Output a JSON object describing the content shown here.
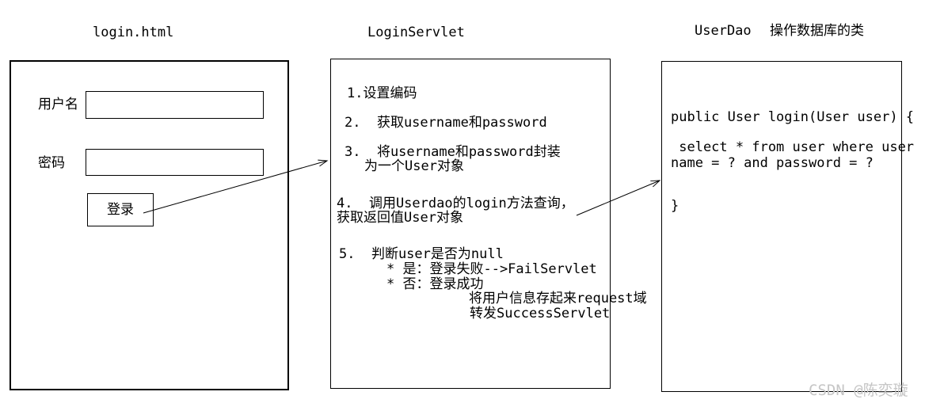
{
  "login_page": {
    "title": "login.html",
    "username_label": "用户名",
    "username_value": "",
    "password_label": "密码",
    "password_value": "",
    "login_button_label": "登录"
  },
  "login_servlet": {
    "title": "LoginServlet",
    "steps": [
      "1.设置编码",
      "2.  获取username和password",
      "3.  将username和password封装",
      "为一个User对象",
      "4.  调用Userdao的login方法查询，",
      "获取返回值User对象",
      "5.  判断user是否为null",
      "* 是：登录失败-->FailServlet",
      "* 否：登录成功",
      "将用户信息存起来request域",
      "转发SuccessServlet"
    ]
  },
  "user_dao": {
    "title": "UserDao",
    "subtitle": "操作数据库的类",
    "code": [
      "public User login(User user) {",
      " select * from user where user",
      "name = ? and password = ?",
      "}"
    ]
  },
  "watermark": "CSDN @陈奕璇",
  "colors": {
    "line": "#000000",
    "background": "#ffffff",
    "watermark": "#c6c6c6"
  }
}
